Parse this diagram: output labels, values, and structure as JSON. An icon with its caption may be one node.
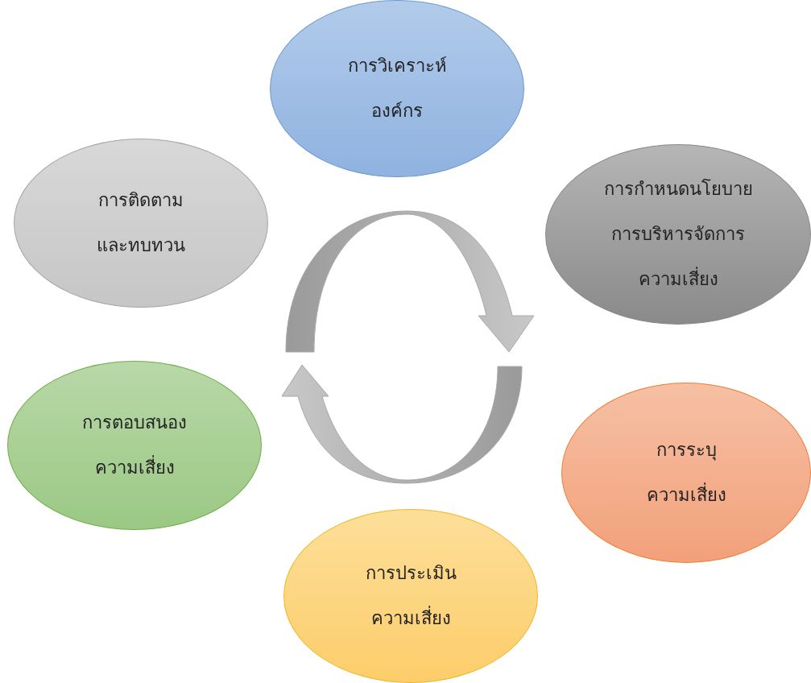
{
  "diagram": {
    "nodes": [
      {
        "text": [
          "การวิเคราะห์องค์กร"
        ]
      },
      {
        "text": [
          "การกำหนดนโยบายการบริหารจัดการความเสี่ยง"
        ]
      },
      {
        "text": [
          "การระบุความเสี่ยง"
        ]
      },
      {
        "text": [
          "การประเมินความเสี่ยง"
        ]
      },
      {
        "text": [
          "การตอบสนองความเสี่ยง"
        ]
      },
      {
        "text": [
          "การติดตามและทบทวน"
        ]
      }
    ]
  }
}
